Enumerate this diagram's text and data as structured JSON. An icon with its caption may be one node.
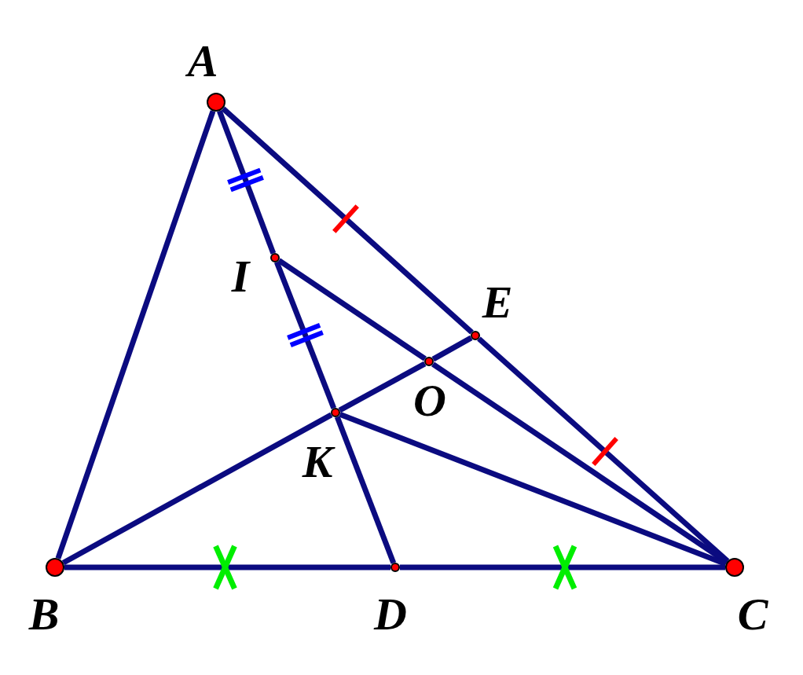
{
  "diagram": {
    "nodes": [
      {
        "text": [],
        "shape": "circle",
        "beside": [
          "A"
        ]
      },
      {
        "text": [],
        "shape": "circle",
        "beside": [
          "B"
        ]
      },
      {
        "text": [],
        "shape": "circle",
        "beside": [
          "C"
        ]
      },
      {
        "text": [],
        "shape": "circle",
        "beside": [
          "D"
        ]
      },
      {
        "text": [],
        "shape": "circle",
        "beside": [
          "E"
        ]
      },
      {
        "text": [],
        "shape": "circle",
        "beside": [
          "I"
        ]
      },
      {
        "text": [],
        "shape": "circle",
        "beside": [
          "K"
        ]
      },
      {
        "text": [],
        "shape": "circle",
        "beside": [
          "O"
        ]
      }
    ],
    "edges": [
      {
        "from": 0,
        "to": 1,
        "arrow": "none"
      },
      {
        "from": 0,
        "to": 4,
        "arrow": "none"
      },
      {
        "from": 4,
        "to": 2,
        "arrow": "none"
      },
      {
        "from": 1,
        "to": 3,
        "arrow": "none"
      },
      {
        "from": 3,
        "to": 2,
        "arrow": "none"
      },
      {
        "from": 0,
        "to": 5,
        "arrow": "none"
      },
      {
        "from": 5,
        "to": 6,
        "arrow": "none"
      },
      {
        "from": 6,
        "to": 3,
        "arrow": "none"
      },
      {
        "from": 1,
        "to": 6,
        "arrow": "none"
      },
      {
        "from": 6,
        "to": 7,
        "arrow": "none"
      },
      {
        "from": 7,
        "to": 4,
        "arrow": "none"
      },
      {
        "from": 5,
        "to": 7,
        "arrow": "none"
      },
      {
        "from": 7,
        "to": 2,
        "arrow": "none"
      },
      {
        "from": 6,
        "to": 2,
        "arrow": "none"
      }
    ]
  }
}
